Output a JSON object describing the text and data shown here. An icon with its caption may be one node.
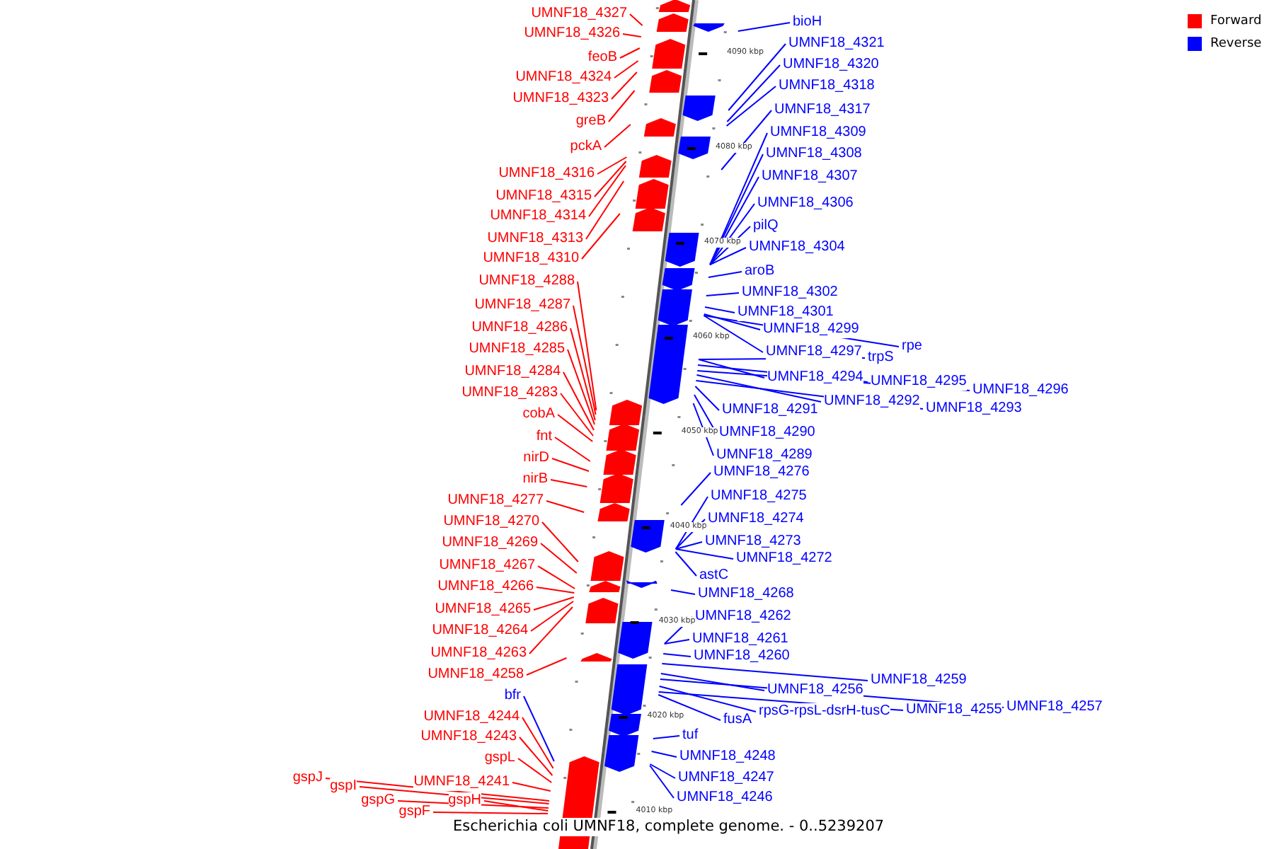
{
  "diagram": {
    "caption": "Escherichia coli UMNF18, complete genome. - 0..5239207",
    "nodes": [
      {
        "text": [
          "UMNF18_4327"
        ]
      },
      {
        "text": [
          "UMNF18_4326"
        ]
      },
      {
        "text": [
          "feoB"
        ]
      },
      {
        "text": [
          "UMNF18_4324"
        ]
      },
      {
        "text": [
          "UMNF18_4323"
        ]
      },
      {
        "text": [
          "greB"
        ]
      },
      {
        "text": [
          "pckA"
        ]
      },
      {
        "text": [
          "UMNF18_4316"
        ]
      },
      {
        "text": [
          "UMNF18_4315"
        ]
      },
      {
        "text": [
          "UMNF18_4314"
        ]
      },
      {
        "text": [
          "UMNF18_4313"
        ]
      },
      {
        "text": [
          "UMNF18_4310"
        ]
      },
      {
        "text": [
          "UMNF18_4288"
        ]
      },
      {
        "text": [
          "UMNF18_4287"
        ]
      },
      {
        "text": [
          "UMNF18_4286"
        ]
      },
      {
        "text": [
          "UMNF18_4285"
        ]
      },
      {
        "text": [
          "UMNF18_4284"
        ]
      },
      {
        "text": [
          "UMNF18_4283"
        ]
      },
      {
        "text": [
          "cobA"
        ]
      },
      {
        "text": [
          "fnt"
        ]
      },
      {
        "text": [
          "nirD"
        ]
      },
      {
        "text": [
          "nirB"
        ]
      },
      {
        "text": [
          "UMNF18_4277"
        ]
      },
      {
        "text": [
          "UMNF18_4270"
        ]
      },
      {
        "text": [
          "UMNF18_4269"
        ]
      },
      {
        "text": [
          "UMNF18_4267"
        ]
      },
      {
        "text": [
          "UMNF18_4266"
        ]
      },
      {
        "text": [
          "UMNF18_4265"
        ]
      },
      {
        "text": [
          "UMNF18_4264"
        ]
      },
      {
        "text": [
          "UMNF18_4263"
        ]
      },
      {
        "text": [
          "UMNF18_4258"
        ]
      },
      {
        "text": [
          "bfr"
        ]
      },
      {
        "text": [
          "UMNF18_4244"
        ]
      },
      {
        "text": [
          "UMNF18_4243"
        ]
      },
      {
        "text": [
          "gspL"
        ]
      },
      {
        "text": [
          "gspJ"
        ]
      },
      {
        "text": [
          "gspI"
        ]
      },
      {
        "text": [
          "UMNF18_4241"
        ]
      },
      {
        "text": [
          "gspG"
        ]
      },
      {
        "text": [
          "gspH"
        ]
      },
      {
        "text": [
          "gspF"
        ]
      },
      {
        "text": [
          "bioH"
        ]
      },
      {
        "text": [
          "UMNF18_4321"
        ]
      },
      {
        "text": [
          "UMNF18_4320"
        ]
      },
      {
        "text": [
          "UMNF18_4318"
        ]
      },
      {
        "text": [
          "UMNF18_4317"
        ]
      },
      {
        "text": [
          "UMNF18_4309"
        ]
      },
      {
        "text": [
          "UMNF18_4308"
        ]
      },
      {
        "text": [
          "UMNF18_4307"
        ]
      },
      {
        "text": [
          "UMNF18_4306"
        ]
      },
      {
        "text": [
          "pilQ"
        ]
      },
      {
        "text": [
          "UMNF18_4304"
        ]
      },
      {
        "text": [
          "aroB"
        ]
      },
      {
        "text": [
          "UMNF18_4302"
        ]
      },
      {
        "text": [
          "UMNF18_4301"
        ]
      },
      {
        "text": [
          "UMNF18_4299"
        ]
      },
      {
        "text": [
          "rpe"
        ]
      },
      {
        "text": [
          "UMNF18_4297"
        ]
      },
      {
        "text": [
          "trpS"
        ]
      },
      {
        "text": [
          "UMNF18_4294"
        ]
      },
      {
        "text": [
          "UMNF18_4295"
        ]
      },
      {
        "text": [
          "UMNF18_4296"
        ]
      },
      {
        "text": [
          "UMNF18_4292"
        ]
      },
      {
        "text": [
          "UMNF18_4293"
        ]
      },
      {
        "text": [
          "UMNF18_4291"
        ]
      },
      {
        "text": [
          "UMNF18_4290"
        ]
      },
      {
        "text": [
          "UMNF18_4289"
        ]
      },
      {
        "text": [
          "UMNF18_4276"
        ]
      },
      {
        "text": [
          "UMNF18_4275"
        ]
      },
      {
        "text": [
          "UMNF18_4274"
        ]
      },
      {
        "text": [
          "UMNF18_4273"
        ]
      },
      {
        "text": [
          "UMNF18_4272"
        ]
      },
      {
        "text": [
          "astC"
        ]
      },
      {
        "text": [
          "UMNF18_4268"
        ]
      },
      {
        "text": [
          "UMNF18_4262"
        ]
      },
      {
        "text": [
          "UMNF18_4261"
        ]
      },
      {
        "text": [
          "UMNF18_4260"
        ]
      },
      {
        "text": [
          "UMNF18_4259"
        ]
      },
      {
        "text": [
          "UMNF18_4256"
        ]
      },
      {
        "text": [
          "UMNF18_4257"
        ]
      },
      {
        "text": [
          "rpsG-rpsL-dsrH-tusC"
        ]
      },
      {
        "text": [
          "UMNF18_4255"
        ]
      },
      {
        "text": [
          "fusA"
        ]
      },
      {
        "text": [
          "tuf"
        ]
      },
      {
        "text": [
          "UMNF18_4248"
        ]
      },
      {
        "text": [
          "UMNF18_4247"
        ]
      },
      {
        "text": [
          "UMNF18_4246"
        ]
      }
    ],
    "edges": [
      {
        "from": 0,
        "to": null,
        "arrow": "none",
        "color": "#ff0000"
      },
      {
        "from": 1,
        "to": null,
        "arrow": "none",
        "color": "#ff0000"
      },
      {
        "from": 2,
        "to": null,
        "arrow": "none",
        "color": "#ff0000"
      },
      {
        "from": 3,
        "to": null,
        "arrow": "none",
        "color": "#ff0000"
      },
      {
        "from": 4,
        "to": null,
        "arrow": "none",
        "color": "#ff0000"
      },
      {
        "from": 5,
        "to": null,
        "arrow": "none",
        "color": "#ff0000"
      },
      {
        "from": 6,
        "to": null,
        "arrow": "none",
        "color": "#ff0000"
      },
      {
        "from": 7,
        "to": null,
        "arrow": "none",
        "color": "#ff0000"
      },
      {
        "from": 8,
        "to": null,
        "arrow": "none",
        "color": "#ff0000"
      },
      {
        "from": 9,
        "to": null,
        "arrow": "none",
        "color": "#ff0000"
      },
      {
        "from": 10,
        "to": null,
        "arrow": "none",
        "color": "#ff0000"
      },
      {
        "from": 11,
        "to": null,
        "arrow": "none",
        "color": "#ff0000"
      },
      {
        "from": 12,
        "to": null,
        "arrow": "none",
        "color": "#ff0000"
      },
      {
        "from": 13,
        "to": null,
        "arrow": "none",
        "color": "#ff0000"
      },
      {
        "from": 14,
        "to": null,
        "arrow": "none",
        "color": "#ff0000"
      },
      {
        "from": 15,
        "to": null,
        "arrow": "none",
        "color": "#ff0000"
      },
      {
        "from": 16,
        "to": null,
        "arrow": "none",
        "color": "#ff0000"
      },
      {
        "from": 17,
        "to": null,
        "arrow": "none",
        "color": "#ff0000"
      },
      {
        "from": 18,
        "to": null,
        "arrow": "none",
        "color": "#ff0000"
      },
      {
        "from": 19,
        "to": null,
        "arrow": "none",
        "color": "#ff0000"
      },
      {
        "from": 20,
        "to": null,
        "arrow": "none",
        "color": "#ff0000"
      },
      {
        "from": 21,
        "to": null,
        "arrow": "none",
        "color": "#ff0000"
      },
      {
        "from": 22,
        "to": null,
        "arrow": "none",
        "color": "#ff0000"
      },
      {
        "from": 23,
        "to": null,
        "arrow": "none",
        "color": "#ff0000"
      },
      {
        "from": 24,
        "to": null,
        "arrow": "none",
        "color": "#ff0000"
      },
      {
        "from": 25,
        "to": null,
        "arrow": "none",
        "color": "#ff0000"
      },
      {
        "from": 26,
        "to": null,
        "arrow": "none",
        "color": "#ff0000"
      },
      {
        "from": 27,
        "to": null,
        "arrow": "none",
        "color": "#ff0000"
      },
      {
        "from": 28,
        "to": null,
        "arrow": "none",
        "color": "#ff0000"
      },
      {
        "from": 29,
        "to": null,
        "arrow": "none",
        "color": "#ff0000"
      },
      {
        "from": 30,
        "to": null,
        "arrow": "none",
        "color": "#ff0000"
      },
      {
        "from": 31,
        "to": null,
        "arrow": "none"
      },
      {
        "from": 32,
        "to": null,
        "arrow": "none",
        "color": "#ff0000"
      },
      {
        "from": 33,
        "to": null,
        "arrow": "none",
        "color": "#ff0000"
      },
      {
        "from": 34,
        "to": null,
        "arrow": "none",
        "color": "#ff0000"
      },
      {
        "from": 35,
        "to": null,
        "arrow": "none",
        "color": "#ff0000"
      },
      {
        "from": 36,
        "to": null,
        "arrow": "none",
        "color": "#ff0000"
      },
      {
        "from": 37,
        "to": null,
        "arrow": "none",
        "color": "#ff0000"
      },
      {
        "from": 38,
        "to": null,
        "arrow": "none",
        "color": "#ff0000"
      },
      {
        "from": 39,
        "to": null,
        "arrow": "none",
        "color": "#ff0000"
      },
      {
        "from": 40,
        "to": null,
        "arrow": "none",
        "color": "#ff0000"
      },
      {
        "from": 41,
        "to": null,
        "arrow": "none"
      },
      {
        "from": 42,
        "to": null,
        "arrow": "none"
      },
      {
        "from": 43,
        "to": null,
        "arrow": "none"
      },
      {
        "from": 44,
        "to": null,
        "arrow": "none"
      },
      {
        "from": 45,
        "to": null,
        "arrow": "none"
      },
      {
        "from": 46,
        "to": null,
        "arrow": "none"
      },
      {
        "from": 47,
        "to": null,
        "arrow": "none"
      },
      {
        "from": 48,
        "to": null,
        "arrow": "none"
      },
      {
        "from": 49,
        "to": null,
        "arrow": "none"
      },
      {
        "from": 50,
        "to": null,
        "arrow": "none"
      },
      {
        "from": 51,
        "to": null,
        "arrow": "none"
      },
      {
        "from": 52,
        "to": null,
        "arrow": "none"
      },
      {
        "from": 53,
        "to": null,
        "arrow": "none"
      },
      {
        "from": 54,
        "to": null,
        "arrow": "none"
      },
      {
        "from": 55,
        "to": null,
        "arrow": "none"
      },
      {
        "from": 56,
        "to": null,
        "arrow": "none"
      },
      {
        "from": 57,
        "to": null,
        "arrow": "none"
      },
      {
        "from": 58,
        "to": null,
        "arrow": "none"
      },
      {
        "from": 59,
        "to": null,
        "arrow": "none"
      },
      {
        "from": 60,
        "to": null,
        "arrow": "none"
      },
      {
        "from": 61,
        "to": null,
        "arrow": "none"
      },
      {
        "from": 62,
        "to": null,
        "arrow": "none"
      },
      {
        "from": 63,
        "to": null,
        "arrow": "none"
      },
      {
        "from": 64,
        "to": null,
        "arrow": "none"
      },
      {
        "from": 65,
        "to": null,
        "arrow": "none"
      },
      {
        "from": 66,
        "to": null,
        "arrow": "none"
      },
      {
        "from": 67,
        "to": null,
        "arrow": "none"
      },
      {
        "from": 68,
        "to": null,
        "arrow": "none"
      },
      {
        "from": 69,
        "to": null,
        "arrow": "none"
      },
      {
        "from": 70,
        "to": null,
        "arrow": "none"
      },
      {
        "from": 71,
        "to": null,
        "arrow": "none"
      },
      {
        "from": 72,
        "to": null,
        "arrow": "none"
      },
      {
        "from": 73,
        "to": null,
        "arrow": "none"
      },
      {
        "from": 74,
        "to": null,
        "arrow": "none"
      },
      {
        "from": 75,
        "to": null,
        "arrow": "none"
      },
      {
        "from": 76,
        "to": null,
        "arrow": "none"
      },
      {
        "from": 77,
        "to": null,
        "arrow": "none"
      },
      {
        "from": 78,
        "to": null,
        "arrow": "none"
      },
      {
        "from": 79,
        "to": null,
        "arrow": "none"
      },
      {
        "from": 80,
        "to": null,
        "arrow": "none"
      },
      {
        "from": 81,
        "to": null,
        "arrow": "none"
      },
      {
        "from": 82,
        "to": null,
        "arrow": "none"
      },
      {
        "from": 83,
        "to": null,
        "arrow": "none"
      },
      {
        "from": 84,
        "to": null,
        "arrow": "none"
      },
      {
        "from": 85,
        "to": null,
        "arrow": "none"
      },
      {
        "from": 86,
        "to": null,
        "arrow": "none"
      }
    ],
    "labels": [
      "4090 kbp",
      "4080 kbp",
      "4070 kbp",
      "4060 kbp",
      "4050 kbp",
      "4040 kbp",
      "4030 kbp",
      "4020 kbp",
      "4010 kbp"
    ],
    "legend": [
      {
        "text": "Forward",
        "color": "#ff0000"
      },
      {
        "text": "Reverse",
        "color": "#0000ff"
      }
    ]
  }
}
